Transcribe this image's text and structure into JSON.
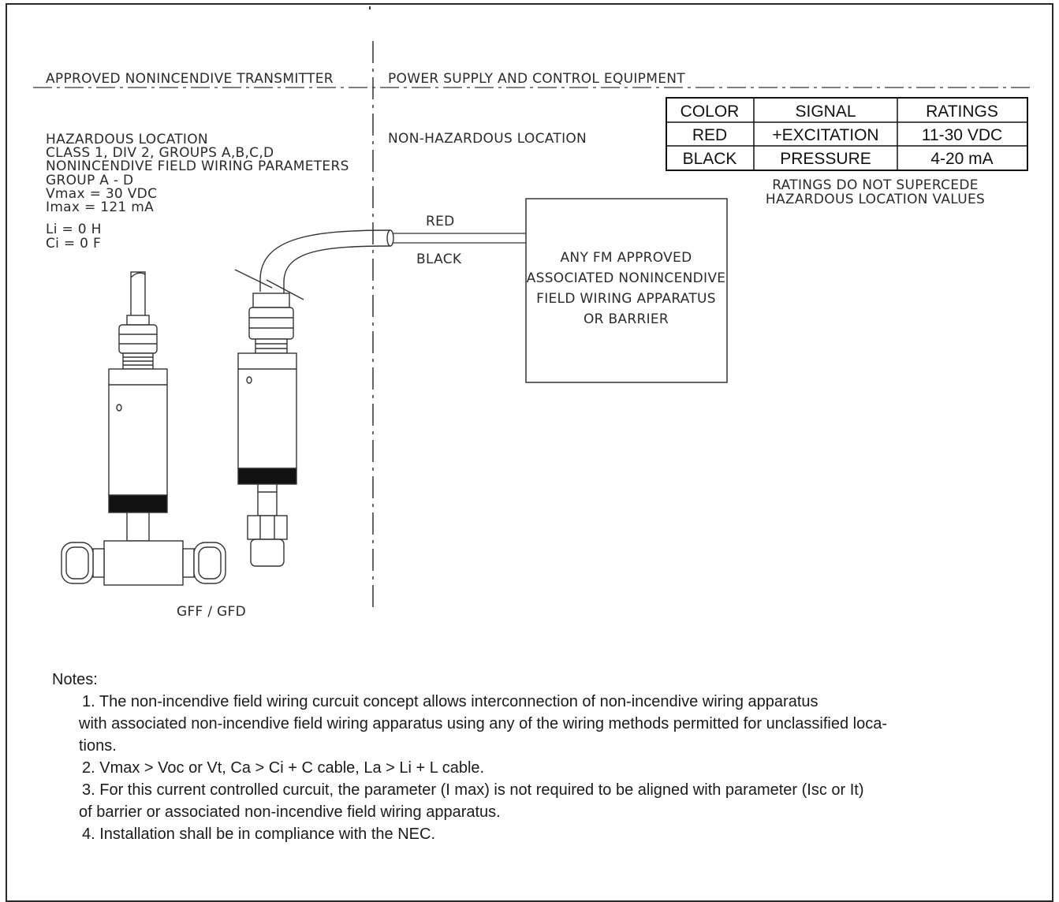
{
  "left_header": "APPROVED NONINCENDIVE TRANSMITTER",
  "right_header": "POWER SUPPLY AND CONTROL EQUIPMENT",
  "hazardous_lines": [
    "HAZARDOUS LOCATION",
    "CLASS 1, DIV 2, GROUPS A,B,C,D",
    "NONINCENDIVE FIELD WIRING PARAMETERS",
    "GROUP A - D",
    "Vmax =   30 VDC",
    "Imax =   121 mA",
    "Li =   0 H",
    "Ci =   0 F"
  ],
  "non_hazardous_label": "NON-HAZARDOUS LOCATION",
  "wires": {
    "red": "RED",
    "black": "BLACK"
  },
  "apparatus_lines": [
    "ANY FM APPROVED",
    "ASSOCIATED NONINCENDIVE",
    "FIELD WIRING APPARATUS",
    "OR BARRIER"
  ],
  "ratings_table": {
    "headers": [
      "COLOR",
      "SIGNAL",
      "RATINGS"
    ],
    "rows": [
      [
        "RED",
        "+EXCITATION",
        "11-30 VDC"
      ],
      [
        "BLACK",
        "PRESSURE",
        "4-20 mA"
      ]
    ]
  },
  "ratings_note": [
    "RATINGS DO NOT SUPERCEDE",
    "HAZARDOUS LOCATION VALUES"
  ],
  "model_label": "GFF / GFD",
  "notes": {
    "title": "Notes:",
    "lines": [
      "1. The non-incendive field wiring curcuit concept allows interconnection of non-incendive wiring apparatus",
      "with associated non-incendive field wiring apparatus using any of the wiring methods permitted for unclassified loca-",
      "tions.",
      "2. Vmax > Voc or Vt, Ca > Ci + C cable, La > Li + L cable.",
      "3. For this current controlled curcuit, the parameter (I max) is not required to be aligned with parameter (Isc or It)",
      "of barrier or associated non-incendive field wiring apparatus.",
      "4. Installation shall be in compliance with the NEC."
    ]
  }
}
